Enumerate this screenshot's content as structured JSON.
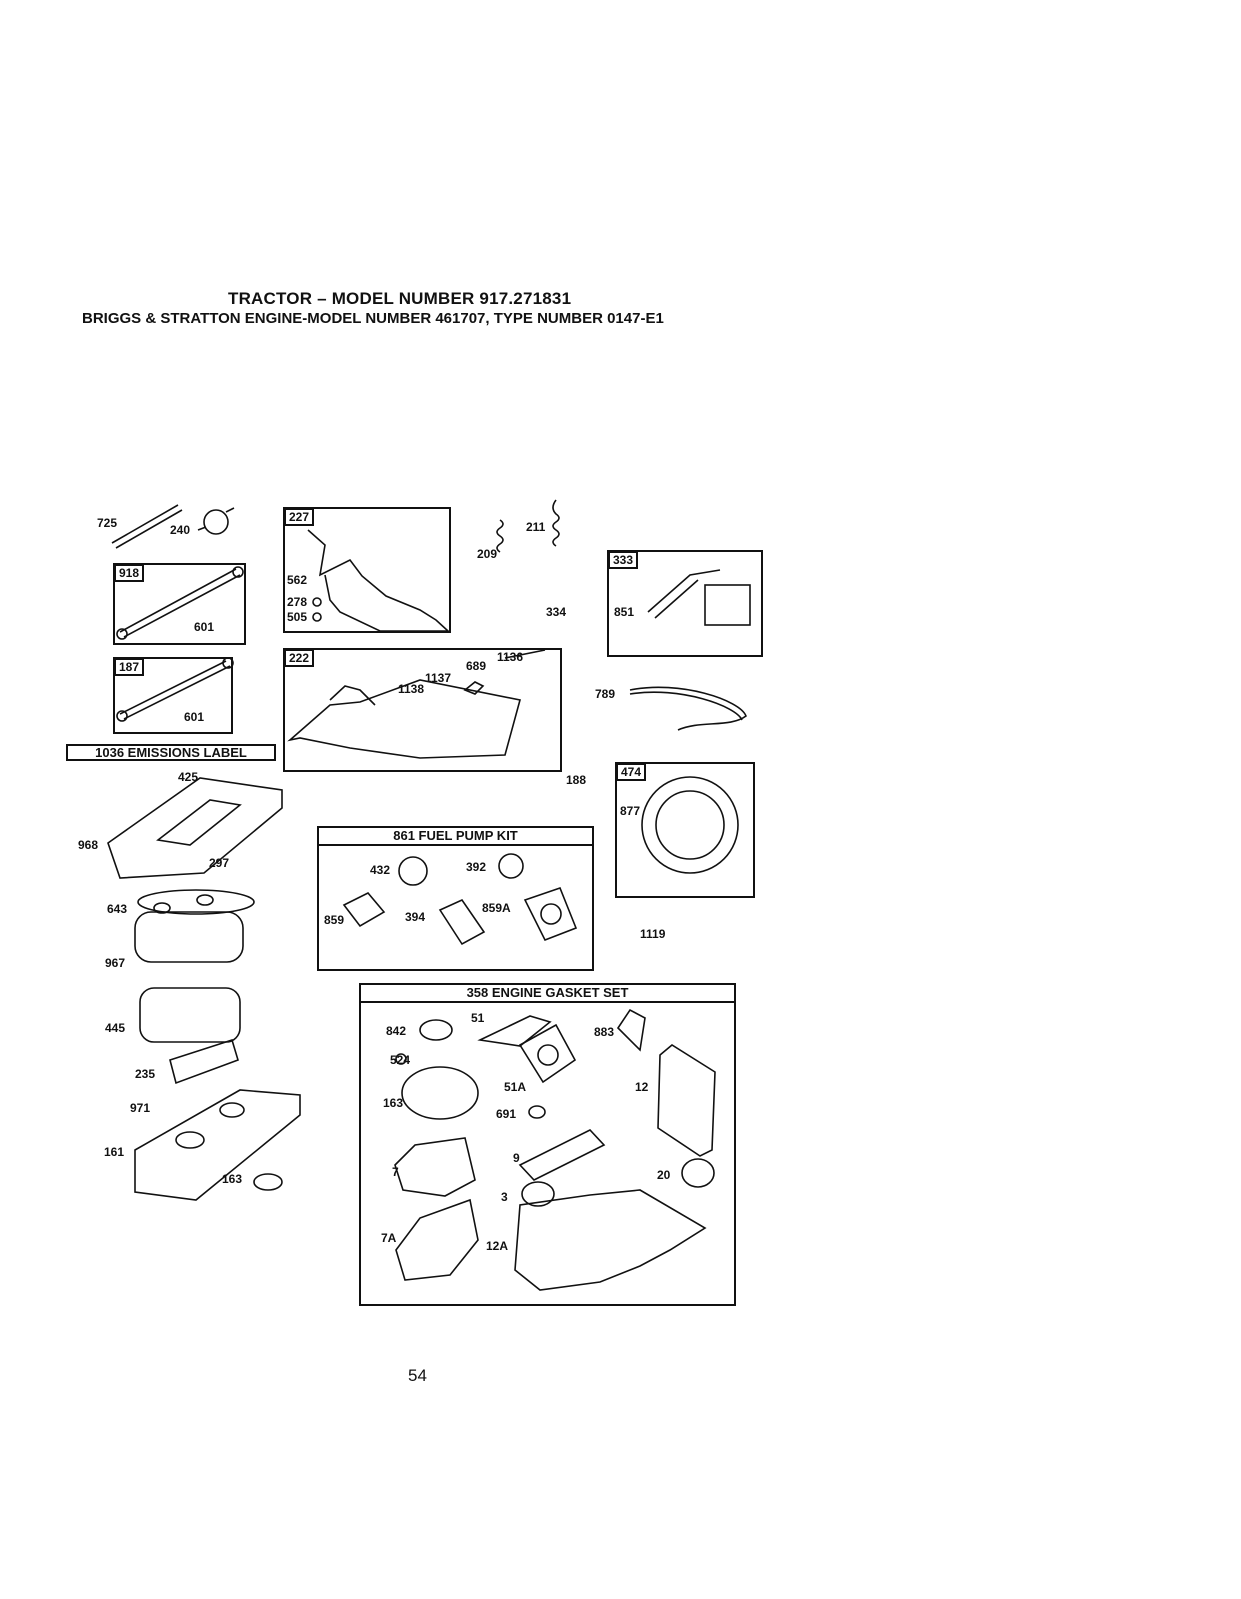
{
  "header": {
    "title": "TRACTOR – MODEL NUMBER 917.271831",
    "subtitle": "BRIGGS & STRATTON ENGINE-MODEL NUMBER 461707, TYPE NUMBER 0147-E1"
  },
  "boxes": {
    "b227": "227",
    "b918": "918",
    "b187": "187",
    "b222": "222",
    "b333": "333",
    "b474": "474"
  },
  "emissions_label": "1036 EMISSIONS LABEL",
  "kits": {
    "fuel_pump": "861 FUEL PUMP KIT",
    "gasket_set": "358 ENGINE GASKET SET"
  },
  "parts": {
    "p725": "725",
    "p240": "240",
    "p601a": "601",
    "p601b": "601",
    "p562": "562",
    "p278": "278",
    "p505": "505",
    "p209": "209",
    "p211": "211",
    "p334": "334",
    "p851": "851",
    "p689": "689",
    "p1136": "1136",
    "p1137": "1137",
    "p1138": "1138",
    "p789": "789",
    "p188": "188",
    "p877": "877",
    "p1119": "1119",
    "p425": "425",
    "p968": "968",
    "p297": "297",
    "p643": "643",
    "p967": "967",
    "p445": "445",
    "p235": "235",
    "p971": "971",
    "p161": "161",
    "p163a": "163",
    "p432": "432",
    "p392": "392",
    "p859": "859",
    "p394": "394",
    "p859A": "859A",
    "p842": "842",
    "p51": "51",
    "p883": "883",
    "p524": "524",
    "p51A": "51A",
    "p12": "12",
    "p163b": "163",
    "p691": "691",
    "p7": "7",
    "p9": "9",
    "p20": "20",
    "p3": "3",
    "p7A": "7A",
    "p12A": "12A"
  },
  "page_number": "54"
}
